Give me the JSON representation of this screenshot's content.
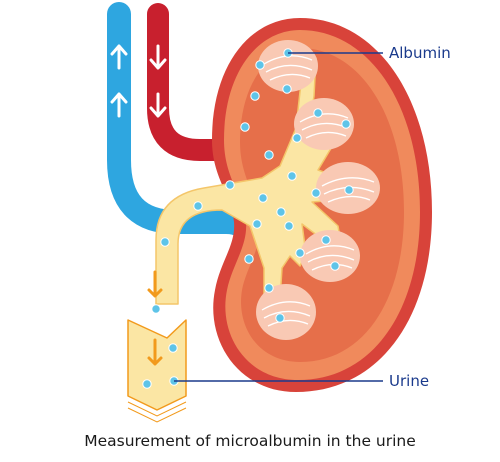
{
  "labels": {
    "albumin": "Albumin",
    "urine": "Urine"
  },
  "caption": "Measurement of microalbumin in the urine",
  "colors": {
    "vein_blue": "#2ea6e0",
    "artery_red": "#c8202e",
    "kidney_outer": "#d8433a",
    "kidney_cortex": "#f08a5c",
    "kidney_inner": "#e66f4a",
    "pyramid": "#f9c9b4",
    "pelvis": "#fbe6a4",
    "protein_dot": "#5ec4e8",
    "flow_arrow": "#f29a1c",
    "label_line": "#1a3a8c"
  },
  "icons": [
    "up-arrow-icon",
    "down-arrow-icon",
    "flow-arrow-icon"
  ]
}
